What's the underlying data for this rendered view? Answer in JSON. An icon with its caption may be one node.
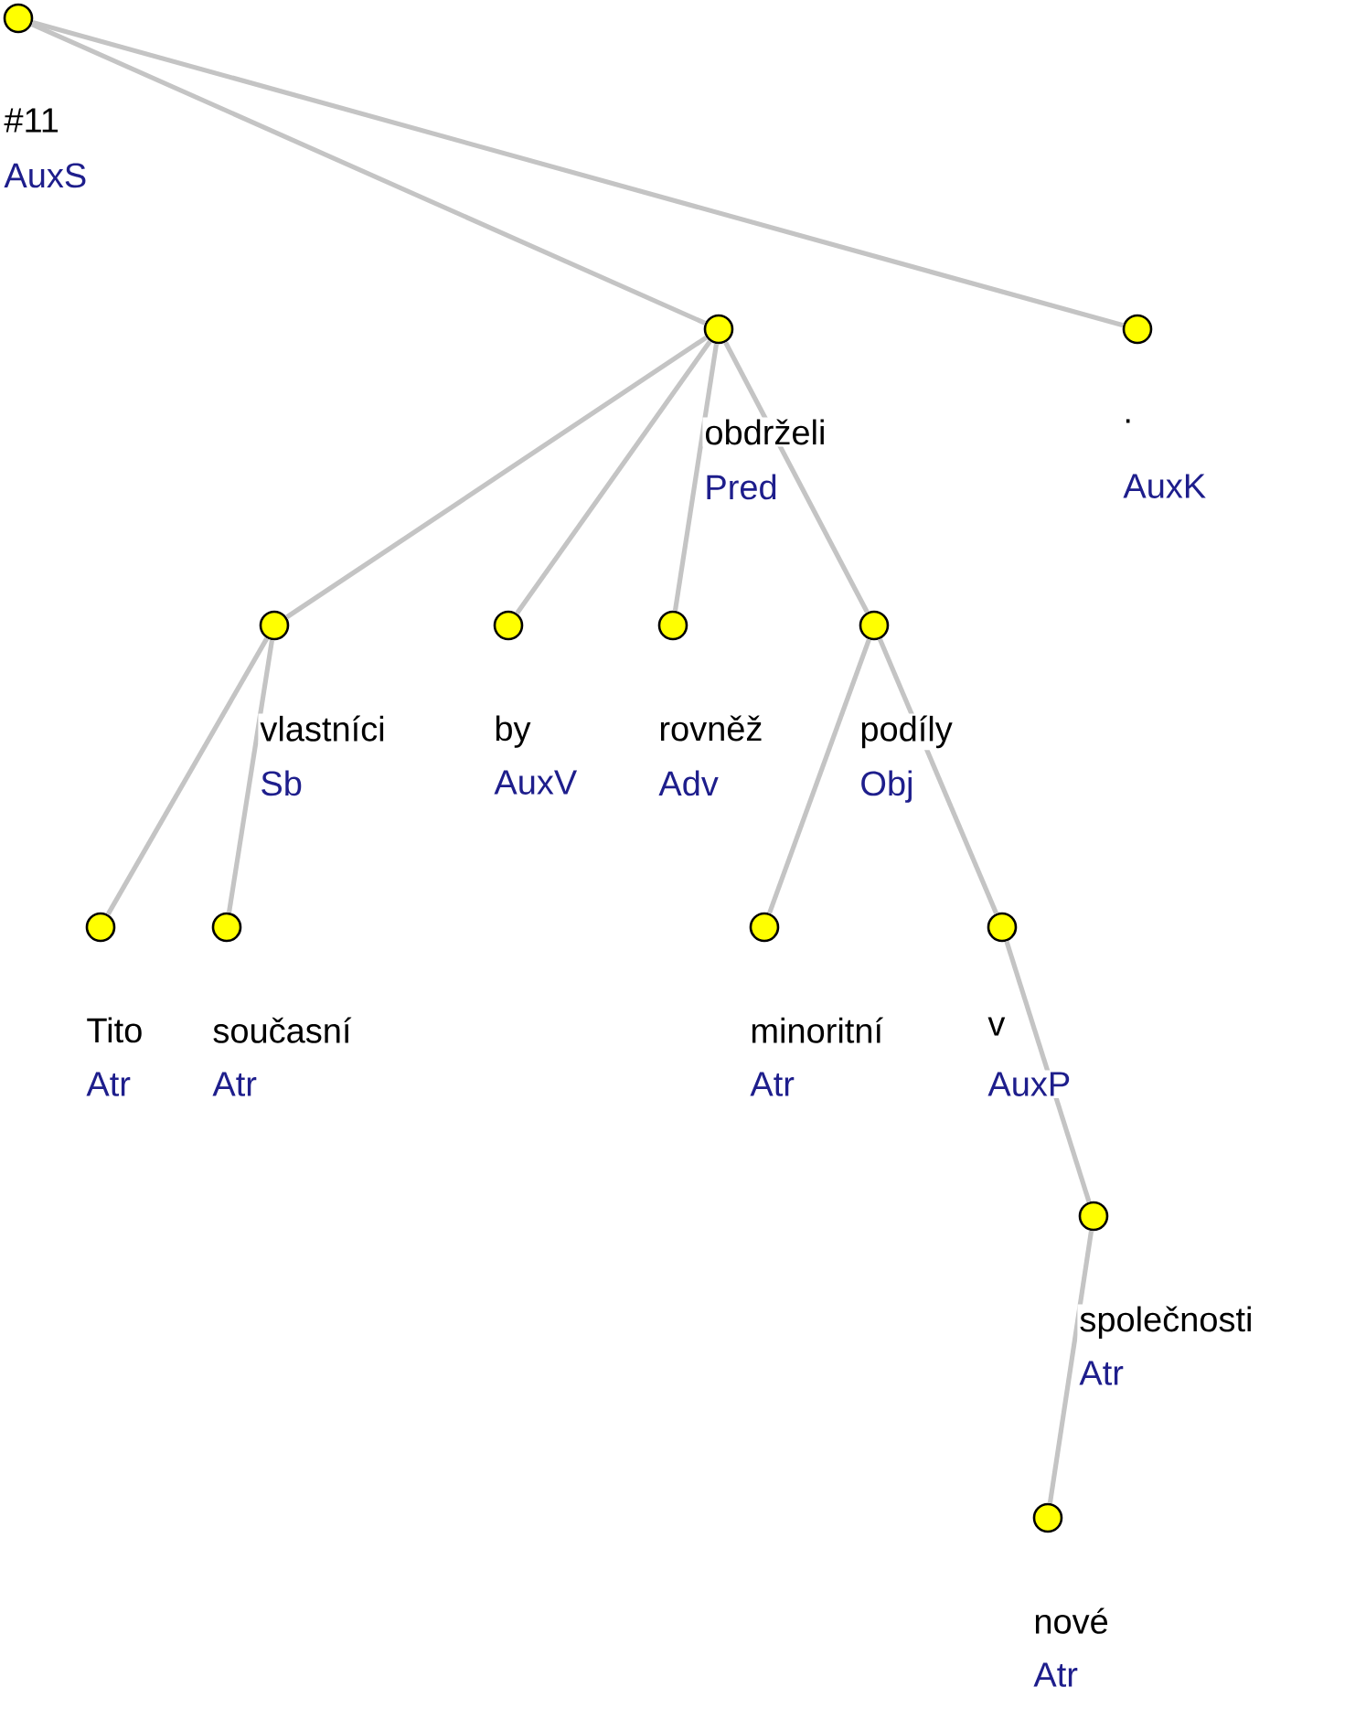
{
  "diagram": {
    "nodes": [
      {
        "text": [],
        "shape": "circle",
        "beside": [
          "#11",
          "AuxS"
        ]
      },
      {
        "text": [],
        "shape": "circle",
        "beside": [
          "obdrželi",
          "Pred"
        ]
      },
      {
        "text": [],
        "shape": "circle",
        "beside": [
          ".",
          "AuxK"
        ]
      },
      {
        "text": [],
        "shape": "circle",
        "beside": [
          "vlastníci",
          "Sb"
        ]
      },
      {
        "text": [],
        "shape": "circle",
        "beside": [
          "by",
          "AuxV"
        ]
      },
      {
        "text": [],
        "shape": "circle",
        "beside": [
          "rovněž",
          "Adv"
        ]
      },
      {
        "text": [],
        "shape": "circle",
        "beside": [
          "podíly",
          "Obj"
        ]
      },
      {
        "text": [],
        "shape": "circle",
        "beside": [
          "Tito",
          "Atr"
        ]
      },
      {
        "text": [],
        "shape": "circle",
        "beside": [
          "současní",
          "Atr"
        ]
      },
      {
        "text": [],
        "shape": "circle",
        "beside": [
          "minoritní",
          "Atr"
        ]
      },
      {
        "text": [],
        "shape": "circle",
        "beside": [
          "v",
          "AuxP"
        ]
      },
      {
        "text": [],
        "shape": "circle",
        "beside": [
          "společnosti",
          "Atr"
        ]
      },
      {
        "text": [],
        "shape": "circle",
        "beside": [
          "nové",
          "Atr"
        ]
      }
    ],
    "edges": [
      {
        "from": 0,
        "to": 1,
        "arrow": "none"
      },
      {
        "from": 0,
        "to": 2,
        "arrow": "none"
      },
      {
        "from": 1,
        "to": 3,
        "arrow": "none"
      },
      {
        "from": 1,
        "to": 4,
        "arrow": "none"
      },
      {
        "from": 1,
        "to": 5,
        "arrow": "none"
      },
      {
        "from": 1,
        "to": 6,
        "arrow": "none"
      },
      {
        "from": 3,
        "to": 7,
        "arrow": "none"
      },
      {
        "from": 3,
        "to": 8,
        "arrow": "none"
      },
      {
        "from": 6,
        "to": 9,
        "arrow": "none"
      },
      {
        "from": 6,
        "to": 10,
        "arrow": "none"
      },
      {
        "from": 10,
        "to": 11,
        "arrow": "none"
      },
      {
        "from": 11,
        "to": 12,
        "arrow": "none"
      }
    ]
  }
}
